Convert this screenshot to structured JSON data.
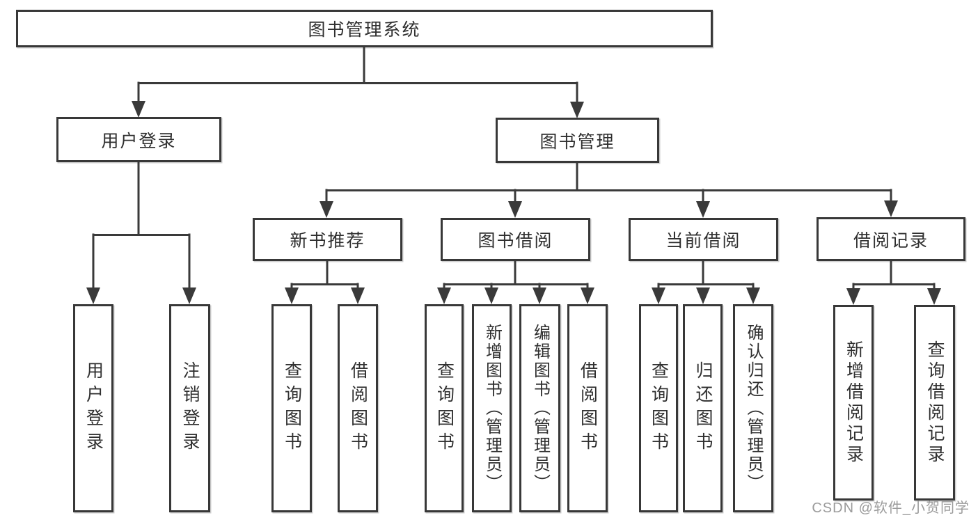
{
  "tree": {
    "root": "图书管理系统",
    "branches": [
      {
        "label": "用户登录",
        "children": [
          "用户登录",
          "注销登录"
        ]
      },
      {
        "label": "图书管理",
        "sections": [
          {
            "label": "新书推荐",
            "children": [
              "查询图书",
              "借阅图书"
            ]
          },
          {
            "label": "图书借阅",
            "children": [
              "查询图书",
              "新增图书（管理员）",
              "编辑图书（管理员）",
              "借阅图书"
            ]
          },
          {
            "label": "当前借阅",
            "children": [
              "查询图书",
              "归还图书",
              "确认归还（管理员）"
            ]
          },
          {
            "label": "借阅记录",
            "children": [
              "新增借阅记录",
              "查询借阅记录"
            ]
          }
        ]
      }
    ]
  },
  "watermark": {
    "text": "CSDN @软件_小贺同学"
  },
  "colors": {
    "line": "#3a3a3a",
    "box_border": "#383838",
    "text": "#2f2f2f",
    "watermark": "#9b9b9b",
    "background": "#ffffff"
  }
}
